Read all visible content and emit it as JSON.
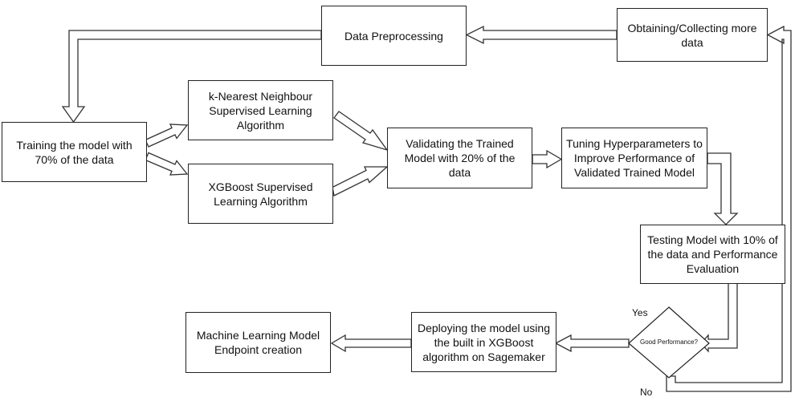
{
  "nodes": {
    "data_preprocessing": "Data Preprocessing",
    "obtaining_data": "Obtaining/Collecting more data",
    "training": "Training the model with 70% of the data",
    "knn": "k-Nearest Neighbour Supervised Learning Algorithm",
    "xgboost": "XGBoost Supervised Learning Algorithm",
    "validating": "Validating the Trained Model with 20% of the data",
    "tuning": "Tuning Hyperparameters to Improve Performance of Validated Trained Model",
    "testing": "Testing Model with 10% of the data and Performance Evaluation",
    "decision": "Good Performance?",
    "deploying": "Deploying the model using the built in XGBoost algorithm on Sagemaker",
    "endpoint": "Machine Learning Model Endpoint creation"
  },
  "labels": {
    "yes": "Yes",
    "no": "No"
  }
}
